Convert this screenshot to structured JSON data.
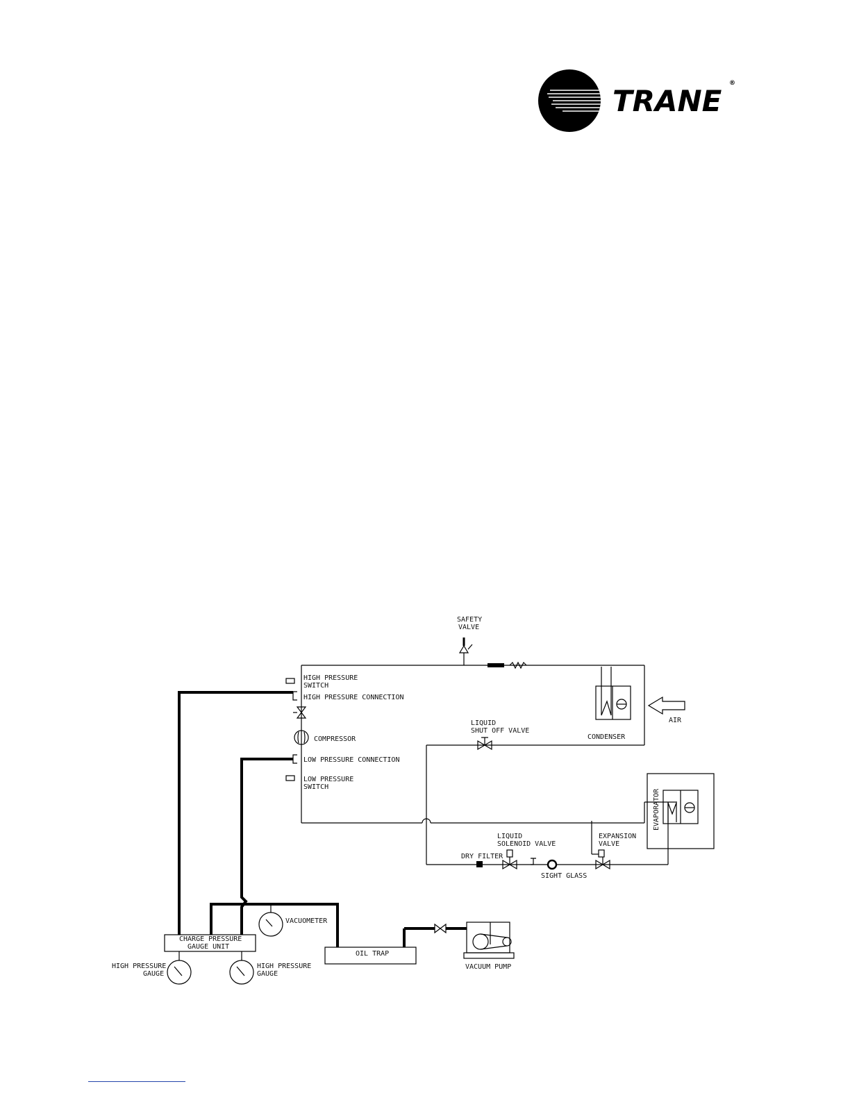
{
  "logo": {
    "brand": "TRANE",
    "registered_mark": "®"
  },
  "diagram": {
    "labels": {
      "safety_valve_1": "SAFETY",
      "safety_valve_2": "VALVE",
      "hp_switch_1": "HIGH PRESSURE",
      "hp_switch_2": "SWITCH",
      "hp_connection": "HIGH PRESSURE CONNECTION",
      "compressor": "COMPRESSOR",
      "lp_connection": "LOW PRESSURE CONNECTION",
      "lp_switch_1": "LOW PRESSURE",
      "lp_switch_2": "SWITCH",
      "liquid_shutoff_1": "LIQUID",
      "liquid_shutoff_2": "SHUT OFF VALVE",
      "condenser": "CONDENSER",
      "air": "AIR",
      "evaporator": "EVAPORATOR",
      "expansion_valve_1": "EXPANSION",
      "expansion_valve_2": "VALVE",
      "liquid_solenoid_1": "LIQUID",
      "liquid_solenoid_2": "SOLENOID VALVE",
      "dry_filter": "DRY FILTER",
      "sight_glass": "SIGHT GLASS",
      "vacuometer": "VACUOMETER",
      "charge_unit_1": "CHARGE PRESSURE",
      "charge_unit_2": "GAUGE UNIT",
      "oil_trap": "OIL TRAP",
      "vacuum_pump": "VACUUM PUMP",
      "hp_gauge_left_1": "HIGH PRESSURE",
      "hp_gauge_left_2": "GAUGE",
      "hp_gauge_right_1": "HIGH PRESSURE",
      "hp_gauge_right_2": "GAUGE"
    }
  }
}
